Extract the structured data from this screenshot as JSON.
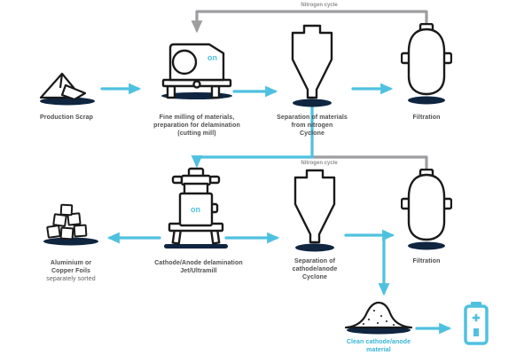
{
  "colors": {
    "teal": "#4fc1e0",
    "gray_loop": "#9e9ea0",
    "navy": "#0f2540",
    "outline": "#1a1a1a",
    "label_text": "#4d4d4d"
  },
  "loop_top": {
    "label": "Nitrogen cycle"
  },
  "loop_mid": {
    "label": "Nitrogen cycle"
  },
  "nodes": {
    "production_scrap": {
      "label": "Production Scrap"
    },
    "milling": {
      "logo": "on",
      "line1": "Fine milling of materials,",
      "line2": "preparation for delamination",
      "line3": "(cutting mill)"
    },
    "cyclone1": {
      "line1": "Separation of materials",
      "line2": "from nitrogen",
      "line3": "Cyclone"
    },
    "filtration1": {
      "label": "Filtration"
    },
    "foils": {
      "line1": "Aluminium or",
      "line2": "Copper Foils",
      "line3": "separately sorted"
    },
    "delamination": {
      "logo": "on",
      "line1": "Cathode/Anode delamination",
      "line2": "Jet/Ultramill"
    },
    "cyclone2": {
      "line1": "Separation of",
      "line2": "cathode/anode",
      "line3": "Cyclone"
    },
    "filtration2": {
      "label": "Filtration"
    },
    "product": {
      "line1": "Clean cathode/anode",
      "line2": "material"
    }
  }
}
